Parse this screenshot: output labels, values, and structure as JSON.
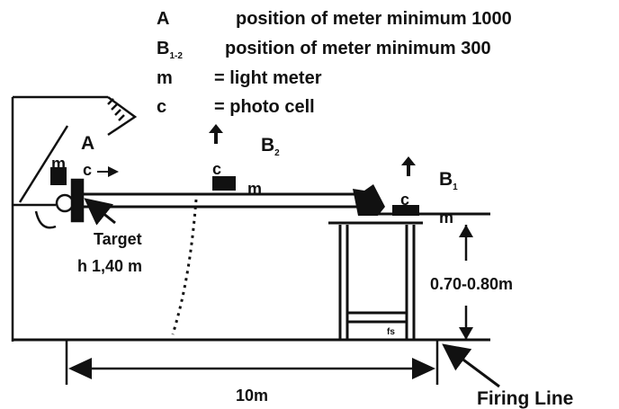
{
  "legend": [
    {
      "key": "A",
      "text": "position of meter minimum 1000"
    },
    {
      "key": "B",
      "sub": "1-2",
      "text": "position of meter minimum 300"
    },
    {
      "key": "m",
      "text": "= light meter"
    },
    {
      "key": "c",
      "text": "= photo cell"
    }
  ],
  "labels": {
    "A": "A",
    "c": "c",
    "m": "m",
    "B2": "B",
    "B2_sub": "2",
    "B1": "B",
    "B1_sub": "1",
    "target": "Target",
    "height": "h 1,40 m",
    "bench_height": "0.70-0.80m",
    "fs": "fs",
    "distance": "10m",
    "firing_line": "Firing Line"
  }
}
